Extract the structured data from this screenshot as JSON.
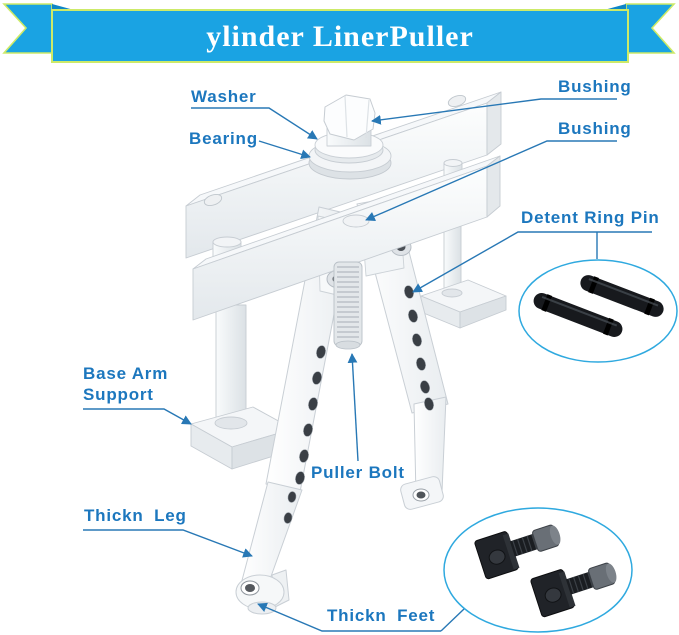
{
  "banner": {
    "title": "ylinder LinerPuller"
  },
  "diagram": {
    "labels": {
      "washer": "Washer",
      "bearing": "Bearing",
      "bushing_top": "Bushing",
      "bushing_middle": "Bushing",
      "detent_ring_pin": "Detent Ring Pin",
      "base_arm_support_lines": [
        "Base Arm",
        "Support"
      ],
      "puller_bolt": "Puller Bolt",
      "thickn_leg": "Thickn Leg",
      "thickn_feet": "Thickn Feet"
    },
    "figures": {
      "main_illustration": "cylinder-liner-puller-tool",
      "inset_detent_pins": "two-black-detent-ring-pins",
      "inset_thickn_feet": "two-black-t-feet-with-socket-screws"
    }
  },
  "colors": {
    "banner_fill": "#1aa3e3",
    "banner_fold": "#0e86c6",
    "banner_outline": "#cdea68",
    "label_text": "#1c77be",
    "connector_line": "#2878b5",
    "inset_outline": "#2fa9df",
    "metal_light": "#f4f6f8",
    "metal_shade": "#e4e8eb",
    "pin_black": "#17191d"
  }
}
